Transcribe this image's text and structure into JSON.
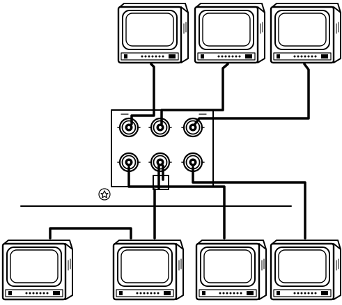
{
  "figure": {
    "ink_color": "#000000",
    "paper_color": "#ffffff",
    "screen_fill": "#ffffff",
    "mark_symbol_icon": "star-in-circle-icon",
    "connector_icon": "bnc-jack-icon",
    "monitor_icon": "crt-monitor-icon"
  },
  "monitors_top": [
    {
      "id": "top-1"
    },
    {
      "id": "top-2"
    },
    {
      "id": "top-3"
    }
  ],
  "monitors_bottom": [
    {
      "id": "bottom-1"
    },
    {
      "id": "bottom-2"
    },
    {
      "id": "bottom-3"
    },
    {
      "id": "bottom-4"
    }
  ],
  "panel": {
    "rows": 2,
    "columns": 3
  }
}
